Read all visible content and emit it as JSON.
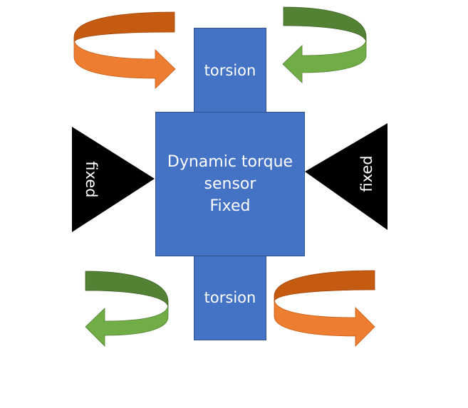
{
  "diagram": {
    "top_shaft_label": "torsion",
    "bottom_shaft_label": "torsion",
    "sensor_label_lines": [
      "Dynamic torque",
      "sensor",
      "Fixed"
    ],
    "left_support_label": "fixed",
    "right_support_label": "fixed"
  },
  "colors": {
    "block_fill": "#4472C4",
    "block_border": "#2F528F",
    "support_fill": "#000000",
    "arrow_orange_light": "#ED7D31",
    "arrow_orange_dark": "#C55A11",
    "arrow_green_light": "#70AD47",
    "arrow_green_dark": "#548235"
  },
  "icons": {
    "rotation_arrows": [
      "curved-arrow-orange-icon",
      "curved-arrow-green-icon"
    ],
    "supports": [
      "triangle-support-icon"
    ]
  }
}
